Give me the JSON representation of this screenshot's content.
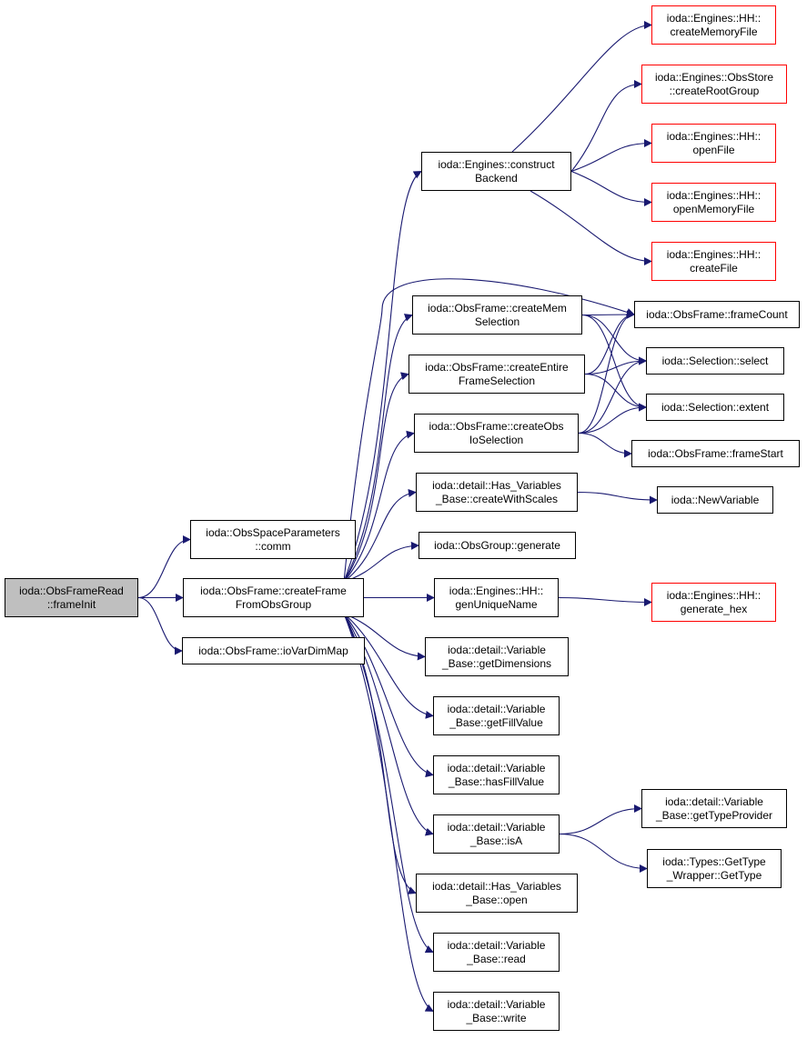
{
  "colors": {
    "edge": "#191970",
    "truncated_border": "#ff0000",
    "root_fill": "#bfbfbf",
    "node_border": "#000000"
  },
  "nodes": {
    "frameInit": [
      "ioda::ObsFrameRead",
      "::frameInit"
    ],
    "comm": [
      "ioda::ObsSpaceParameters",
      "::comm"
    ],
    "createFrameFromObsGroup": [
      "ioda::ObsFrame::createFrame",
      "FromObsGroup"
    ],
    "ioVarDimMap": [
      "ioda::ObsFrame::ioVarDimMap"
    ],
    "constructBackend": [
      "ioda::Engines::construct",
      "Backend"
    ],
    "createMemSelection": [
      "ioda::ObsFrame::createMem",
      "Selection"
    ],
    "createEntireFrameSelection": [
      "ioda::ObsFrame::createEntire",
      "FrameSelection"
    ],
    "createObsIoSelection": [
      "ioda::ObsFrame::createObs",
      "IoSelection"
    ],
    "createWithScales": [
      "ioda::detail::Has_Variables",
      "_Base::createWithScales"
    ],
    "generate": [
      "ioda::ObsGroup::generate"
    ],
    "genUniqueName": [
      "ioda::Engines::HH::",
      "genUniqueName"
    ],
    "getDimensions": [
      "ioda::detail::Variable",
      "_Base::getDimensions"
    ],
    "getFillValue": [
      "ioda::detail::Variable",
      "_Base::getFillValue"
    ],
    "hasFillValue": [
      "ioda::detail::Variable",
      "_Base::hasFillValue"
    ],
    "isA": [
      "ioda::detail::Variable",
      "_Base::isA"
    ],
    "open": [
      "ioda::detail::Has_Variables",
      "_Base::open"
    ],
    "read": [
      "ioda::detail::Variable",
      "_Base::read"
    ],
    "write": [
      "ioda::detail::Variable",
      "_Base::write"
    ],
    "createMemoryFile": [
      "ioda::Engines::HH::",
      "createMemoryFile"
    ],
    "createRootGroup": [
      "ioda::Engines::ObsStore",
      "::createRootGroup"
    ],
    "openFile": [
      "ioda::Engines::HH::",
      "openFile"
    ],
    "openMemoryFile": [
      "ioda::Engines::HH::",
      "openMemoryFile"
    ],
    "createFile": [
      "ioda::Engines::HH::",
      "createFile"
    ],
    "frameCount": [
      "ioda::ObsFrame::frameCount"
    ],
    "select": [
      "ioda::Selection::select"
    ],
    "extent": [
      "ioda::Selection::extent"
    ],
    "frameStart": [
      "ioda::ObsFrame::frameStart"
    ],
    "NewVariable": [
      "ioda::NewVariable"
    ],
    "generate_hex": [
      "ioda::Engines::HH::",
      "generate_hex"
    ],
    "getTypeProvider": [
      "ioda::detail::Variable",
      "_Base::getTypeProvider"
    ],
    "GetType": [
      "ioda::Types::GetType",
      "_Wrapper::GetType"
    ]
  },
  "edges": [
    [
      "frameInit",
      "comm"
    ],
    [
      "frameInit",
      "createFrameFromObsGroup"
    ],
    [
      "frameInit",
      "ioVarDimMap"
    ],
    [
      "createFrameFromObsGroup",
      "constructBackend"
    ],
    [
      "createFrameFromObsGroup",
      "frameCount"
    ],
    [
      "createFrameFromObsGroup",
      "createMemSelection"
    ],
    [
      "createFrameFromObsGroup",
      "createEntireFrameSelection"
    ],
    [
      "createFrameFromObsGroup",
      "createObsIoSelection"
    ],
    [
      "createFrameFromObsGroup",
      "createWithScales"
    ],
    [
      "createFrameFromObsGroup",
      "generate"
    ],
    [
      "createFrameFromObsGroup",
      "genUniqueName"
    ],
    [
      "createFrameFromObsGroup",
      "getDimensions"
    ],
    [
      "createFrameFromObsGroup",
      "getFillValue"
    ],
    [
      "createFrameFromObsGroup",
      "hasFillValue"
    ],
    [
      "createFrameFromObsGroup",
      "isA"
    ],
    [
      "createFrameFromObsGroup",
      "open"
    ],
    [
      "createFrameFromObsGroup",
      "read"
    ],
    [
      "createFrameFromObsGroup",
      "write"
    ],
    [
      "constructBackend",
      "createMemoryFile"
    ],
    [
      "constructBackend",
      "createRootGroup"
    ],
    [
      "constructBackend",
      "openFile"
    ],
    [
      "constructBackend",
      "openMemoryFile"
    ],
    [
      "constructBackend",
      "createFile"
    ],
    [
      "createMemSelection",
      "frameCount"
    ],
    [
      "createMemSelection",
      "select"
    ],
    [
      "createMemSelection",
      "extent"
    ],
    [
      "createEntireFrameSelection",
      "frameCount"
    ],
    [
      "createEntireFrameSelection",
      "select"
    ],
    [
      "createEntireFrameSelection",
      "extent"
    ],
    [
      "createObsIoSelection",
      "frameCount"
    ],
    [
      "createObsIoSelection",
      "select"
    ],
    [
      "createObsIoSelection",
      "extent"
    ],
    [
      "createObsIoSelection",
      "frameStart"
    ],
    [
      "createWithScales",
      "NewVariable"
    ],
    [
      "genUniqueName",
      "generate_hex"
    ],
    [
      "isA",
      "getTypeProvider"
    ],
    [
      "isA",
      "GetType"
    ]
  ]
}
